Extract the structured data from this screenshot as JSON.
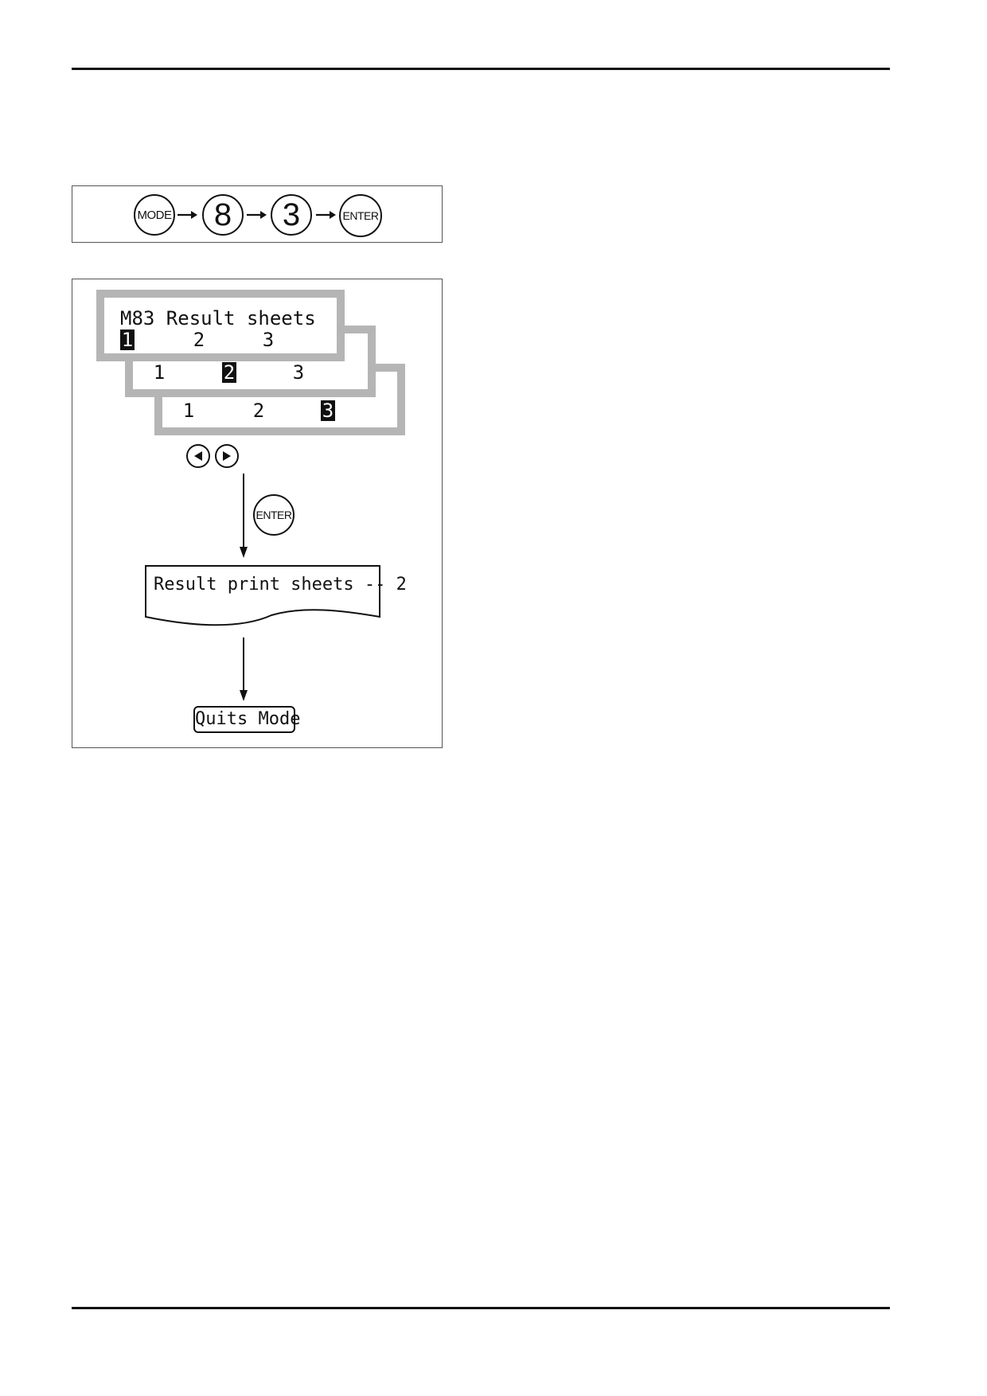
{
  "key_sequence": {
    "mode": "MODE",
    "digit1": "8",
    "digit2": "3",
    "enter": "ENTER"
  },
  "lcd_screens": {
    "title": "M83 Result sheets",
    "screen1": [
      "1",
      "2",
      "3"
    ],
    "screen2": [
      "1",
      "2",
      "3"
    ],
    "screen3": [
      "1",
      "2",
      "3"
    ]
  },
  "nav_keys": {
    "left": "left-arrow-key",
    "right": "right-arrow-key"
  },
  "enter_key_label": "ENTER",
  "printout_text": "Result print sheets -- 2",
  "final_state": "Quits Mode",
  "colors": {
    "lcd_border": "#b5b5b5",
    "ink": "#111111"
  }
}
